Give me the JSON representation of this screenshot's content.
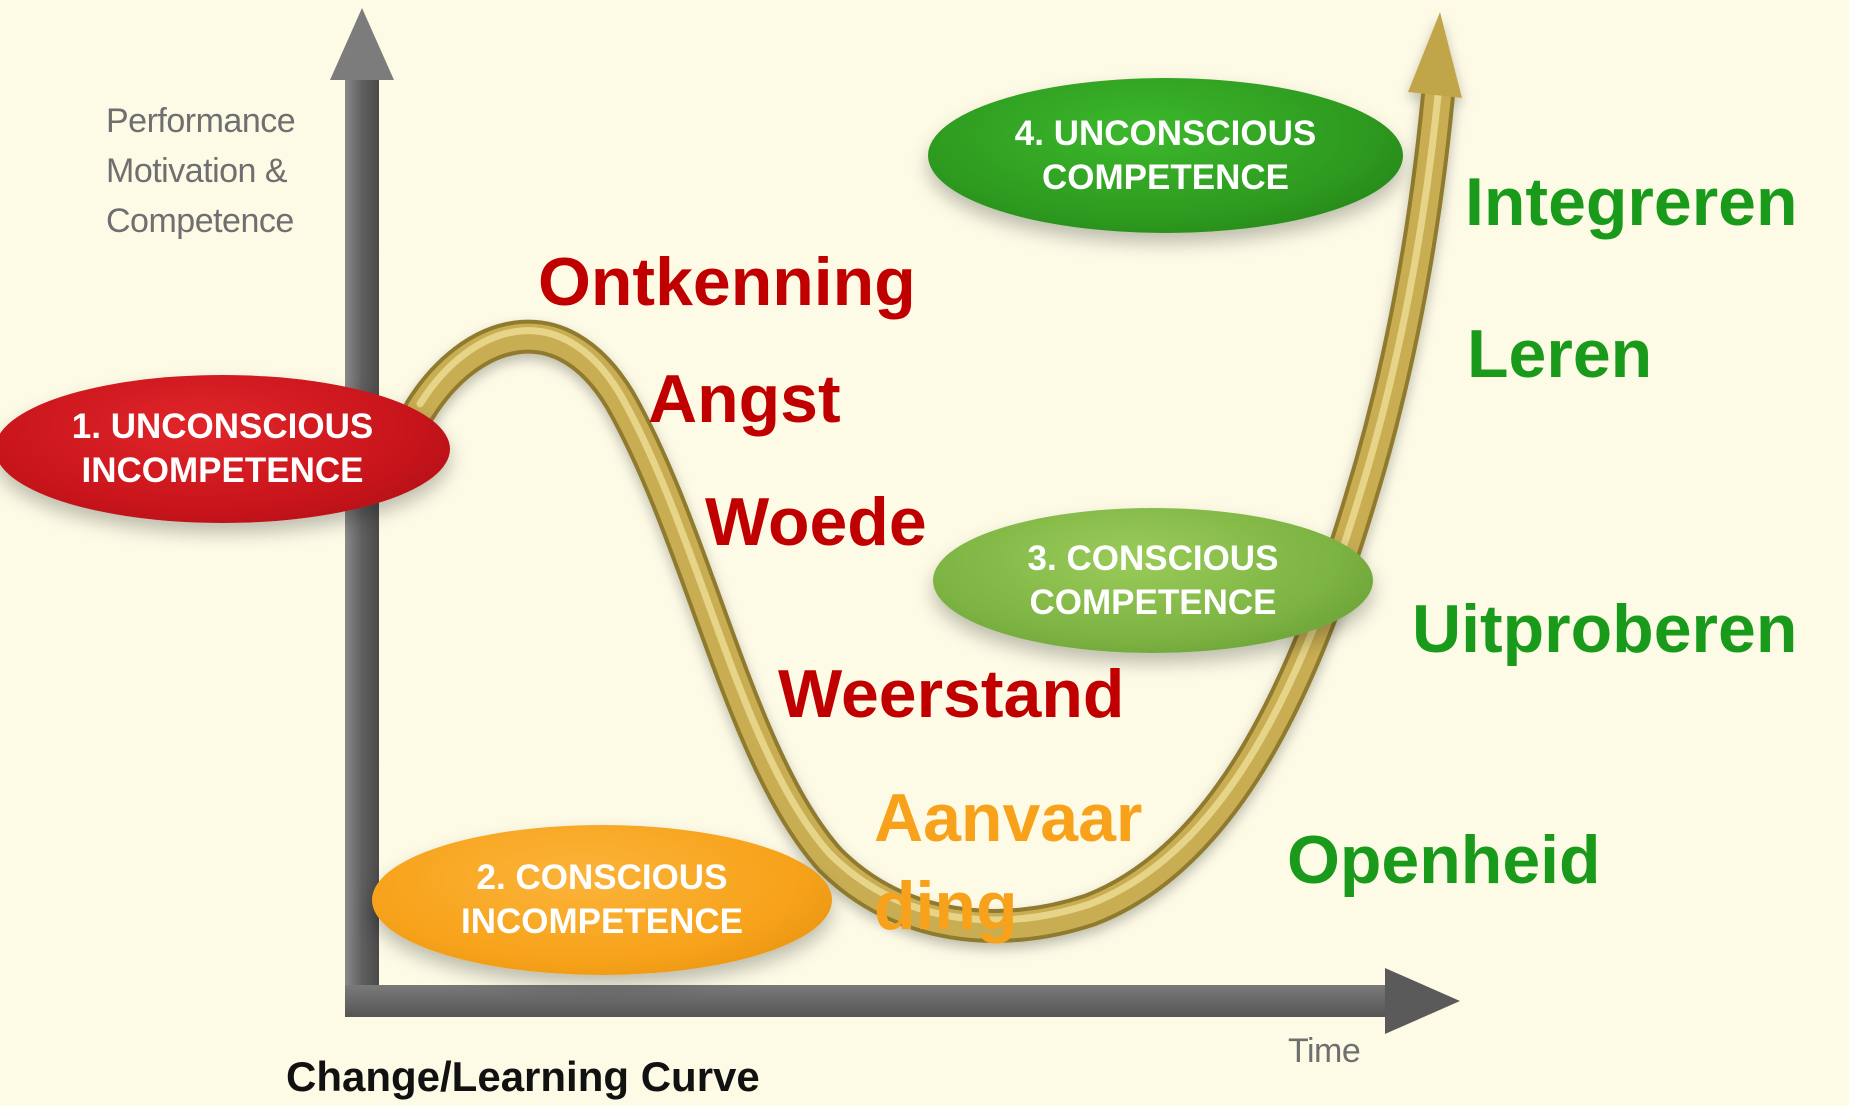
{
  "y_axis_label": {
    "line1": "Performance",
    "line2": "Motivation &",
    "line3": "Competence"
  },
  "x_axis_label": "Time",
  "caption": "Change/Learning Curve",
  "stages": [
    {
      "line1": "1. UNCONSCIOUS",
      "line2": "INCOMPETENCE",
      "color": "#c8141b"
    },
    {
      "line1": "2. CONSCIOUS",
      "line2": "INCOMPETENCE",
      "color": "#f7a21a"
    },
    {
      "line1": "3. CONSCIOUS",
      "line2": "COMPETENCE",
      "color": "#7cb342"
    },
    {
      "line1": "4. UNCONSCIOUS",
      "line2": "COMPETENCE",
      "color": "#2e9a1f"
    }
  ],
  "phases_red": [
    "Ontkenning",
    "Angst",
    "Woede",
    "Weerstand"
  ],
  "phase_orange": {
    "line1": "Aanvaar",
    "line2": "ding"
  },
  "phases_green": [
    "Integreren",
    "Leren",
    "Uitproberen",
    "Openheid"
  ],
  "colors": {
    "red_text": "#c00000",
    "orange_text": "#f7a21a",
    "green_text": "#1a9a1a",
    "curve": "#c8ad52",
    "axis": "#6b6b6b",
    "background": "#fdfbe6"
  }
}
